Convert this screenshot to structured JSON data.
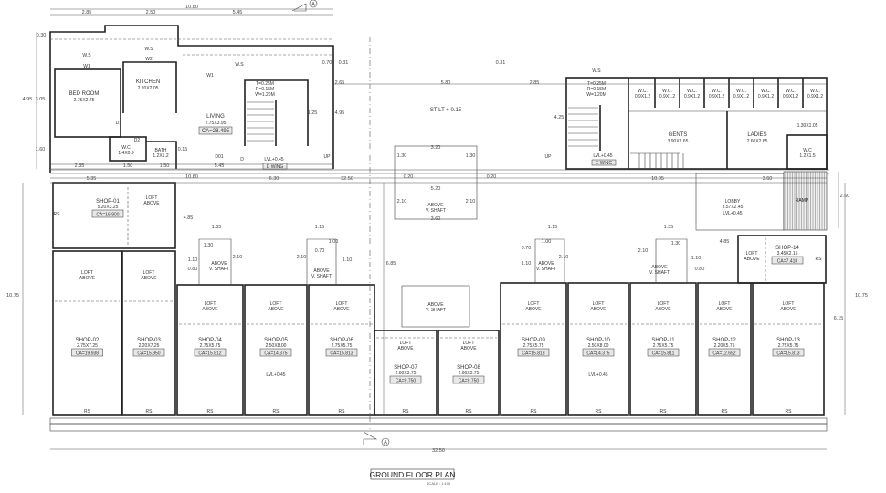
{
  "title": "GROUND FLOOR PLAN",
  "scale": "SCALE : 1:100",
  "section_marker": "A",
  "colors": {
    "lines": "#222222",
    "paper": "#ffffff",
    "ramp_hatch": "#777777"
  },
  "residential": {
    "bedroom": {
      "name": "BED ROOM",
      "size": "2.75X2.75"
    },
    "kitchen": {
      "name": "KITCHEN",
      "size": "2.20X2.05"
    },
    "living": {
      "name": "LIVING",
      "size": "2.75X3.95",
      "ca": "CA=28.495"
    },
    "wc": {
      "name": "W.C",
      "size": "1.4X0.9"
    },
    "bath": {
      "name": "BATH",
      "size": "1.2X1.2"
    },
    "stair_note": [
      "T=0.25M",
      "R=0.15M",
      "W=1.20M"
    ],
    "level": "LVL+0.45",
    "wing": "D WING",
    "up": "UP",
    "doors": [
      "D1",
      "D2",
      "D01",
      "D"
    ],
    "windows": [
      "W1",
      "W2",
      "W1",
      "W.S",
      "W.S",
      "W.S"
    ]
  },
  "east_block": {
    "stair_note": [
      "T=0.25M",
      "R=0.15M",
      "W=1.20M"
    ],
    "level": "LVL+0.45",
    "wing": "E-WING",
    "up": "UP",
    "wc_cells": [
      "W.C.",
      "W.C.",
      "W.C.",
      "W.C.",
      "W.C.",
      "W.C.",
      "W.C.",
      "W.C."
    ],
    "wc_size": "0.9X1.2",
    "gents": {
      "name": "GENTS",
      "size": "3.90X2.65"
    },
    "ladies": {
      "name": "LADIES",
      "size": "2.60X2.65"
    },
    "passage": "1.30X1.05",
    "ladies_wc": {
      "name": "W.C",
      "size": "1.2X1.5"
    },
    "lobby": {
      "name": "LOBBY",
      "size": "3.57X2.45",
      "level": "LVL+0.45"
    },
    "ramp": "RAMP",
    "window": "W.S"
  },
  "stilt": "STILT + 0.15",
  "loft_label": [
    "LOFT",
    "ABOVE"
  ],
  "shaft_label": [
    "ABOVE",
    "V. SHAFT"
  ],
  "rs": "RS",
  "shop_level": "LVL+0.45",
  "shops": [
    {
      "name": "SHOP-01",
      "size": "5.20X3.25",
      "ca": "CA=16.900"
    },
    {
      "name": "SHOP-02",
      "size": "2.75X7.25",
      "ca": "CA=19.938"
    },
    {
      "name": "SHOP-03",
      "size": "2.20X7.25",
      "ca": "CA=15.950"
    },
    {
      "name": "SHOP-04",
      "size": "2.75X5.75",
      "ca": "CA=15.812"
    },
    {
      "name": "SHOP-05",
      "size": "2.50X8.00",
      "ca": "CA=14.375"
    },
    {
      "name": "SHOP-06",
      "size": "2.75X5.75",
      "ca": "CA=15.813"
    },
    {
      "name": "SHOP-07",
      "size": "2.60X3.75",
      "ca": "CA=9.750"
    },
    {
      "name": "SHOP-08",
      "size": "2.60X3.75",
      "ca": "CA=9.750"
    },
    {
      "name": "SHOP-09",
      "size": "2.75X5.75",
      "ca": "CA=15.813"
    },
    {
      "name": "SHOP-10",
      "size": "2.50X8.00",
      "ca": "CA=14.375"
    },
    {
      "name": "SHOP-11",
      "size": "2.75X5.75",
      "ca": "CA=15.811"
    },
    {
      "name": "SHOP-12",
      "size": "2.20X5.75",
      "ca": "CA=12.652"
    },
    {
      "name": "SHOP-13",
      "size": "2.75X5.75",
      "ca": "CA=15.813"
    },
    {
      "name": "SHOP-14",
      "size": "3.45X2.15",
      "ca": "CA=7.418"
    }
  ],
  "dimensions": [
    "10.80",
    "2.85",
    "2.50",
    "5.45",
    "0.30",
    "0.70",
    "3.05",
    "4.95",
    "1.60",
    "2.35",
    "1.50",
    "1.50",
    "0.15",
    "5.45",
    "10.80",
    "0.31",
    "0.31",
    "2.65",
    "5.80",
    "2.85",
    "4.25",
    "1.25",
    "4.95",
    "5.35",
    "6.30",
    "32.50",
    "3.20",
    "1.30",
    "1.30",
    "0.20",
    "0.20",
    "5.20",
    "2.10",
    "2.10",
    "3.60",
    "10.05",
    "3.60",
    "2.60",
    "1.35",
    "1.30",
    "2.10",
    "1.10",
    "0.80",
    "1.15",
    "1.00",
    "0.70",
    "1.10",
    "2.10",
    "4.85",
    "6.85",
    "1.15",
    "1.00",
    "0.70",
    "1.10",
    "2.10",
    "1.35",
    "1.30",
    "1.10",
    "0.80",
    "2.10",
    "4.85",
    "10.75",
    "10.75",
    "6.15",
    "32.50"
  ]
}
